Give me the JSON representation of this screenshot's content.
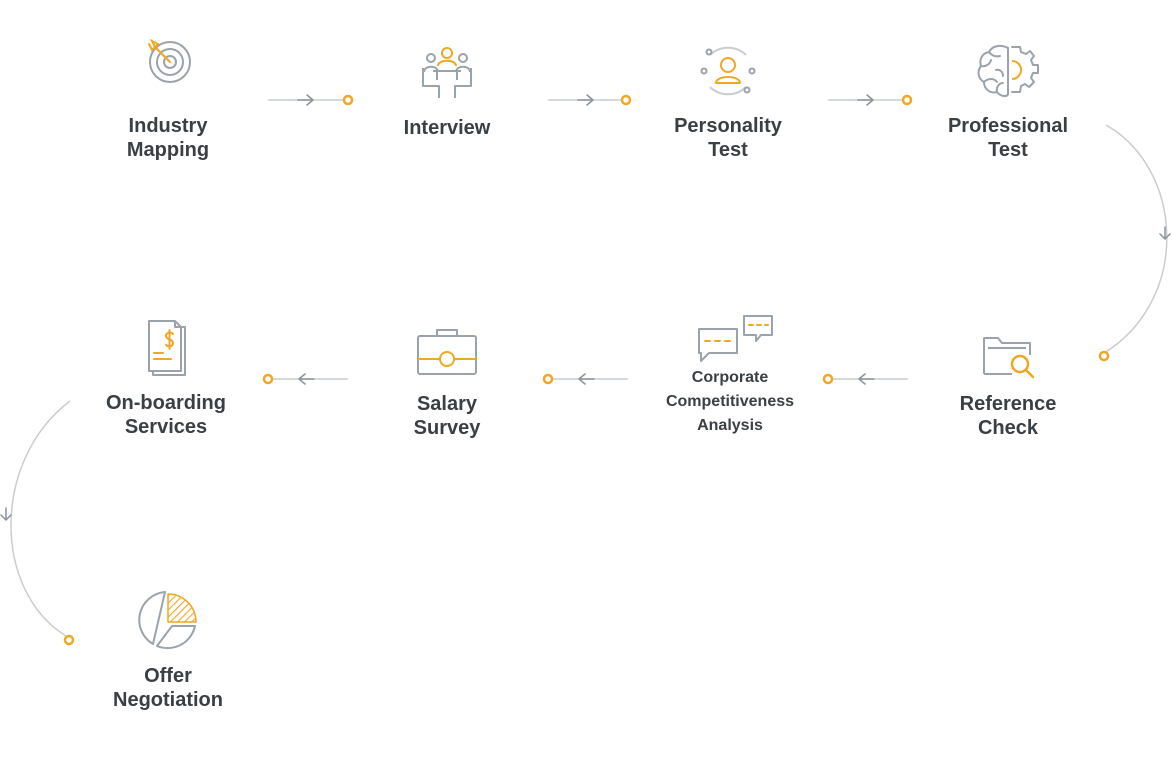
{
  "colors": {
    "accent": "#f0a724",
    "icon_gray": "#9aa3ab",
    "line_gray": "#c9cdd1",
    "text": "#3a3f44"
  },
  "steps": [
    {
      "id": "industry-mapping",
      "label": "Industry\nMapping",
      "icon": "target-icon"
    },
    {
      "id": "interview",
      "label": "Interview",
      "icon": "meeting-icon"
    },
    {
      "id": "personality-test",
      "label": "Personality\nTest",
      "icon": "person-icon"
    },
    {
      "id": "professional-test",
      "label": "Professional\nTest",
      "icon": "brain-gear-icon"
    },
    {
      "id": "reference-check",
      "label": "Reference\nCheck",
      "icon": "folder-search-icon"
    },
    {
      "id": "corporate-competitiveness-analysis",
      "label": "Corporate\nCompetitiveness\nAnalysis",
      "icon": "chat-bubbles-icon"
    },
    {
      "id": "salary-survey",
      "label": "Salary\nSurvey",
      "icon": "briefcase-icon"
    },
    {
      "id": "on-boarding-services",
      "label": "On-boarding\nServices",
      "icon": "document-dollar-icon"
    },
    {
      "id": "offer-negotiation",
      "label": "Offer\nNegotiation",
      "icon": "pie-chart-icon"
    }
  ]
}
